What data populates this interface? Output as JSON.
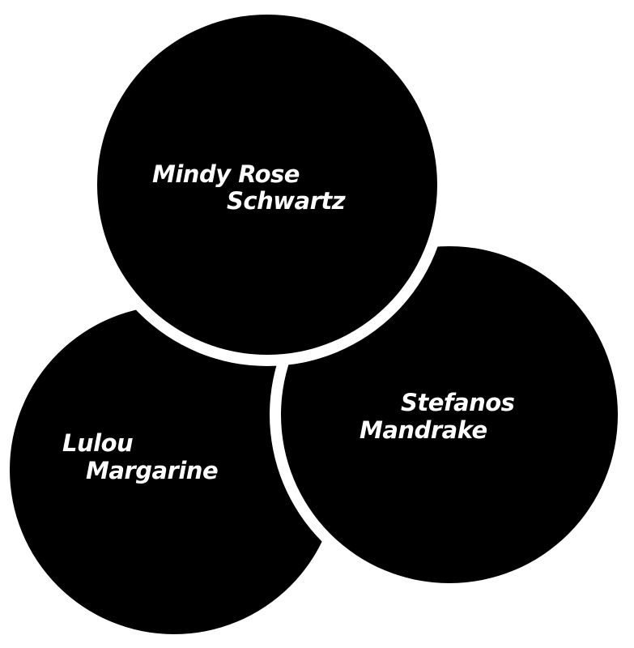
{
  "circles": [
    {
      "id": "top",
      "line1": "Mindy Rose",
      "line2": "Schwartz"
    },
    {
      "id": "left",
      "line1": "Lulou",
      "line2": "Margarine"
    },
    {
      "id": "right",
      "line1": "Stefanos",
      "line2": "Mandrake"
    }
  ],
  "colors": {
    "background": "#ffffff",
    "circle_fill": "#000000",
    "text": "#ffffff"
  }
}
